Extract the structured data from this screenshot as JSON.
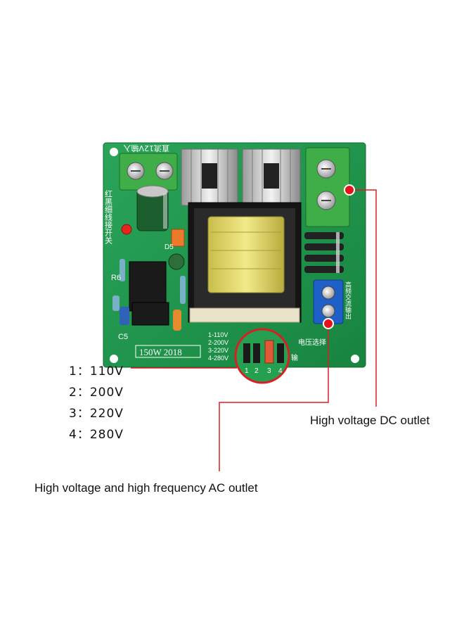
{
  "board": {
    "model_text": "150W  2018",
    "top_label": "直流12V输入",
    "left_vertical_label": "红黑细线接开关",
    "right_vertical_label": "高频交流输出",
    "component_labels": {
      "r6": "R6",
      "c5": "C5",
      "d5": "D5"
    },
    "jumper_title": "电压选择",
    "jumper_options": [
      "1-110V",
      "2-200V",
      "3-220V",
      "4-280V"
    ],
    "jumper_pin_numbers": [
      "1",
      "2",
      "3",
      "4"
    ],
    "output_char": "输"
  },
  "voltage_selection": [
    {
      "num": "1：",
      "value": "110V"
    },
    {
      "num": "2：",
      "value": "200V"
    },
    {
      "num": "3：",
      "value": "220V"
    },
    {
      "num": "4：",
      "value": "280V"
    }
  ],
  "callouts": {
    "dc_outlet": "High voltage DC outlet",
    "ac_outlet": "High voltage and high frequency AC outlet"
  },
  "colors": {
    "callout_line": "#d81f26",
    "marker": "#e3121b",
    "pcb": "#1f9a4d"
  }
}
